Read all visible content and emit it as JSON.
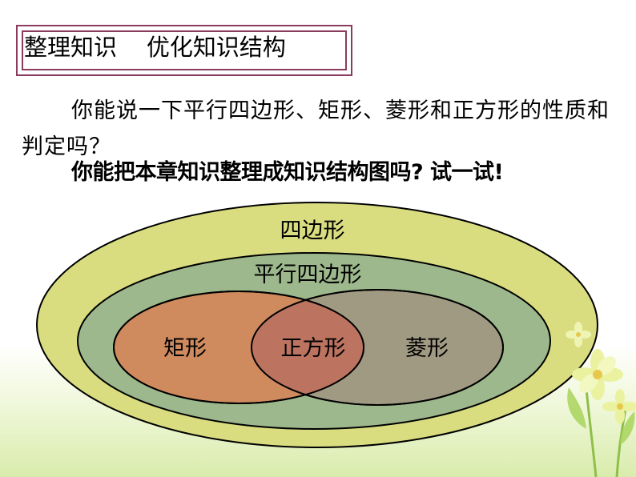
{
  "title": "整理知识    优化知识结构",
  "paragraph": "你能说一下平行四边形、矩形、菱形和正方形的性质和判定吗？",
  "prompt": "你能把本章知识整理成知识结构图吗? 试一试!",
  "diagram": {
    "outer_label": "四边形",
    "middle_label": "平行四边形",
    "left_label": "矩形",
    "center_label": "正方形",
    "right_label": "菱形"
  },
  "colors": {
    "frame": "#8b3b5e",
    "outer_fill": "#d9dd80",
    "middle_fill": "#9db88d",
    "rect_fill": "#cf8a5d",
    "rhombus_fill": "#a19a83",
    "square_fill": "#bc7461"
  }
}
